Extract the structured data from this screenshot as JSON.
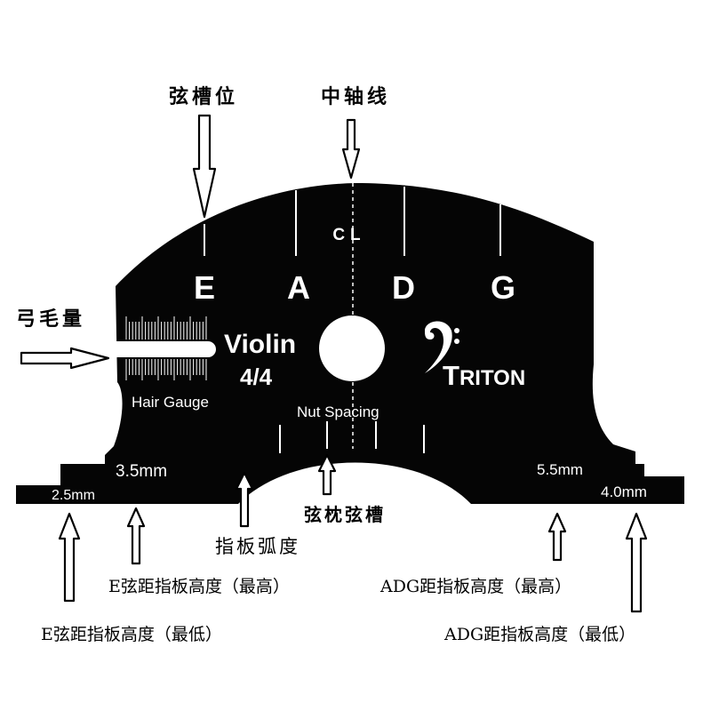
{
  "callouts": {
    "string_slot_position": "弦槽位",
    "center_line": "中轴线",
    "bow_hair_gauge": "弓毛量",
    "nut_string_slot": "弦枕弦槽",
    "fingerboard_arc": "指板弧度",
    "e_height_max": "E弦距指板高度（最高）",
    "e_height_min": "E弦距指板高度（最低）",
    "adg_height_max": "ADG距指板高度（最高）",
    "adg_height_min": "ADG距指板高度（最低）"
  },
  "template": {
    "center_label": "CL",
    "strings": [
      "E",
      "A",
      "D",
      "G"
    ],
    "instrument": "Violin",
    "size": "4/4",
    "brand": "TRITON",
    "brand_initial": "T",
    "brand_rest": "RITON",
    "hair_gauge": "Hair Gauge",
    "nut_spacing": "Nut Spacing",
    "mm_3_5": "3.5mm",
    "mm_2_5": "2.5mm",
    "mm_5_5": "5.5mm",
    "mm_4_0": "4.0mm"
  },
  "colors": {
    "template": "#050505",
    "marking": "#ffffff",
    "ink": "#000000"
  }
}
